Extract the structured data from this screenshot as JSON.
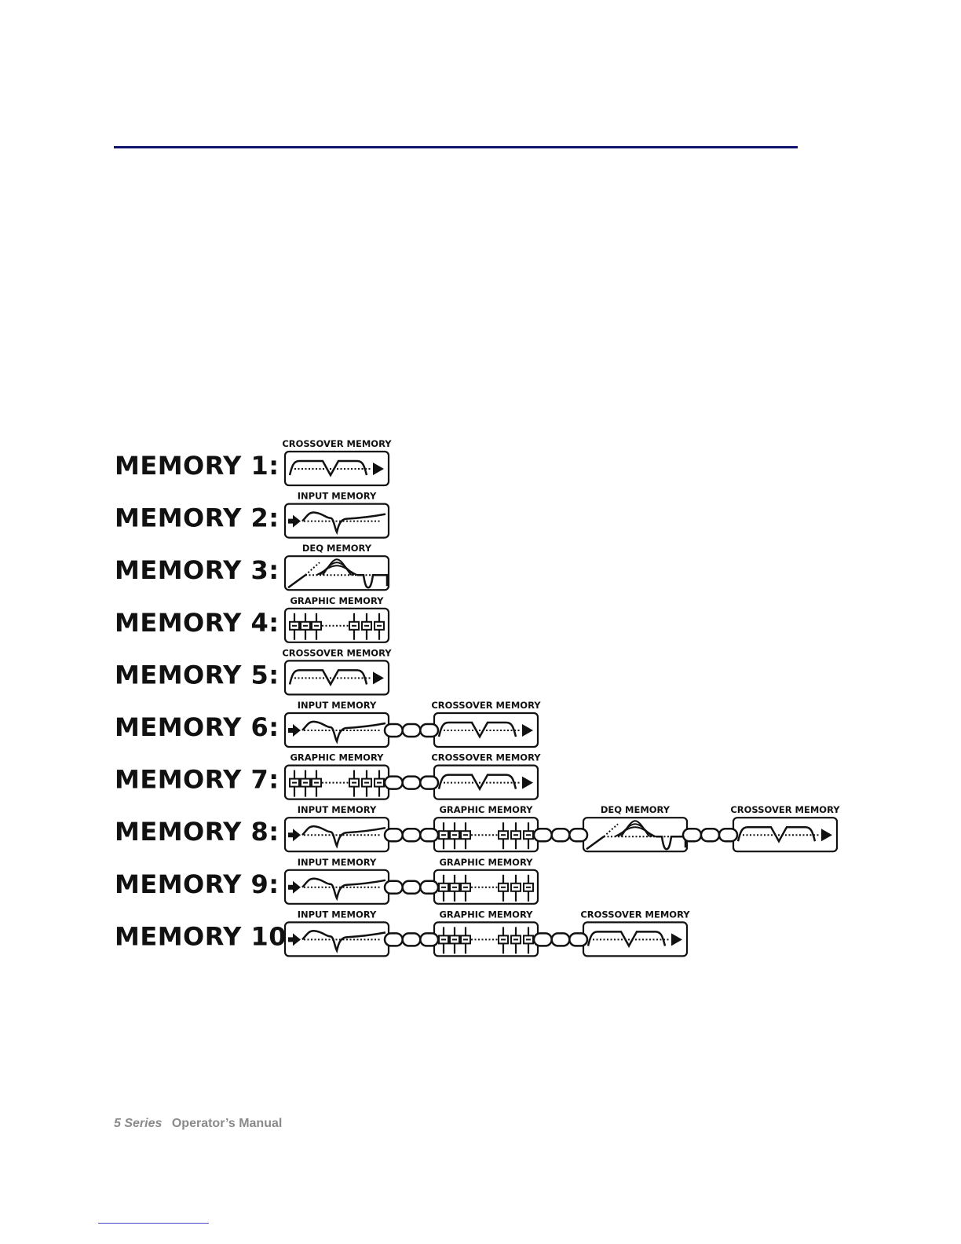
{
  "memories": [
    {
      "label": "MEMORY 1:",
      "blocks": [
        {
          "title": "CROSSOVER MEMORY",
          "kind": "crossover"
        }
      ]
    },
    {
      "label": "MEMORY 2:",
      "blocks": [
        {
          "title": "INPUT MEMORY",
          "kind": "input"
        }
      ]
    },
    {
      "label": "MEMORY 3:",
      "blocks": [
        {
          "title": "DEQ MEMORY",
          "kind": "deq"
        }
      ]
    },
    {
      "label": "MEMORY 4:",
      "blocks": [
        {
          "title": "GRAPHIC MEMORY",
          "kind": "graphic"
        }
      ]
    },
    {
      "label": "MEMORY 5:",
      "blocks": [
        {
          "title": "CROSSOVER MEMORY",
          "kind": "crossover"
        }
      ]
    },
    {
      "label": "MEMORY 6:",
      "blocks": [
        {
          "title": "INPUT MEMORY",
          "kind": "input"
        },
        {
          "title": "CROSSOVER MEMORY",
          "kind": "crossover"
        }
      ]
    },
    {
      "label": "MEMORY 7:",
      "blocks": [
        {
          "title": "GRAPHIC MEMORY",
          "kind": "graphic"
        },
        {
          "title": "CROSSOVER MEMORY",
          "kind": "crossover"
        }
      ]
    },
    {
      "label": "MEMORY 8:",
      "blocks": [
        {
          "title": "INPUT MEMORY",
          "kind": "input"
        },
        {
          "title": "GRAPHIC MEMORY",
          "kind": "graphic"
        },
        {
          "title": "DEQ MEMORY",
          "kind": "deq"
        },
        {
          "title": "CROSSOVER MEMORY",
          "kind": "crossover"
        }
      ]
    },
    {
      "label": "MEMORY 9:",
      "blocks": [
        {
          "title": "INPUT MEMORY",
          "kind": "input"
        },
        {
          "title": "GRAPHIC MEMORY",
          "kind": "graphic"
        }
      ]
    },
    {
      "label": "MEMORY 10:",
      "blocks": [
        {
          "title": "INPUT MEMORY",
          "kind": "input"
        },
        {
          "title": "GRAPHIC MEMORY",
          "kind": "graphic"
        },
        {
          "title": "CROSSOVER MEMORY",
          "kind": "crossover"
        }
      ]
    }
  ],
  "footer": {
    "series": "5 Series",
    "manual": "Operator’s Manual"
  },
  "colors": {
    "rule": "#10146e",
    "ink": "#111111",
    "footer_text": "#8a8a8a",
    "link_rule": "#4a4ad0"
  }
}
